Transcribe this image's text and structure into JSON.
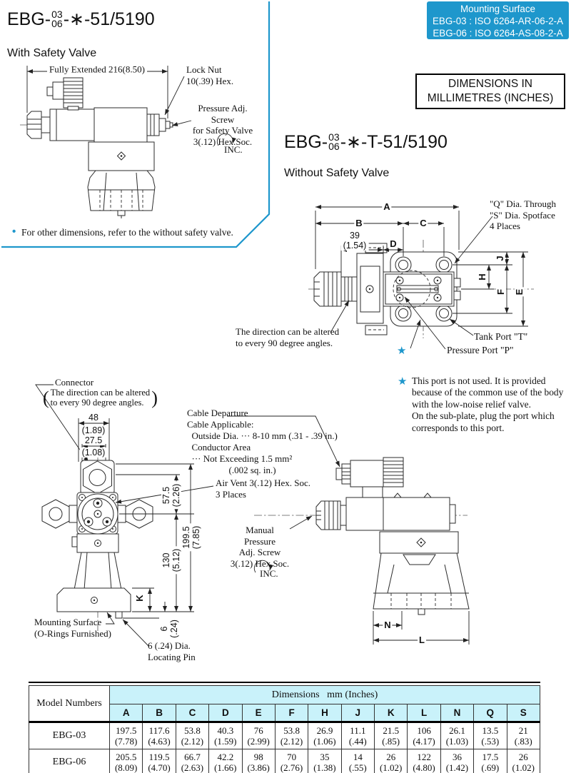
{
  "colors": {
    "blue": "#1e97cc",
    "cyan": "#c9f2fa"
  },
  "ws": {
    "prefix": "EBG-",
    "num_top": "03",
    "num_bottom": "06",
    "suffix": "-∗-51/5190",
    "subtitle": "With Safety Valve",
    "fully_extended": "Fully Extended 216(8.50)",
    "lock_nut": "Lock Nut\n10(.39) Hex.",
    "pressure_adj": "Pressure Adj. Screw\nfor Safety Valve\n3(.12) Hex.Soc.",
    "inc": "INC.",
    "bullet": "•",
    "note": "For other dimensions, refer to the without safety valve."
  },
  "box": {
    "l1": "Mounting Surface",
    "l2": "EBG-03 : ISO 6264-AR-06-2-A",
    "l3": "EBG-06 : ISO 6264-AS-08-2-A"
  },
  "dimbox": {
    "l1": "DIMENSIONS IN",
    "l2": "MILLIMETRES (INCHES)"
  },
  "wo": {
    "prefix": "EBG-",
    "num_top": "03",
    "num_bottom": "06",
    "suffix": "-∗-T-51/5190",
    "subtitle": "Without Safety Valve"
  },
  "tv": {
    "a": "A",
    "b": "B",
    "c": "C",
    "d": "D",
    "e": "E",
    "f": "F",
    "h": "H",
    "j": "J",
    "d39": "39\n(1.54)",
    "q_note": "\"Q\" Dia. Through\n\"S\" Dia. Spotface\n4 Places",
    "tank": "Tank Port \"T\"",
    "pressure": "Pressure Port \"P\"",
    "dir_note": "The direction can be altered\nto every 90 degree angles.",
    "star": "★"
  },
  "note": {
    "star": "★",
    "text": "This port is not used.  It is provided\nbecause of the common use of the body\nwith the low-noise relief valve.\nOn the sub-plate, plug the port which\ncorresponds to this port."
  },
  "fv": {
    "connector": "Connector",
    "paren_open": "(",
    "paren_close": ")",
    "conn_note": "The direction can be altered\nto every 90 degree angles.",
    "d48": "48",
    "d48i": "(1.89)",
    "d275": "27.5",
    "d275i": "(1.08)",
    "cable": "Cable Departure\nCable Applicable:\n  Outside Dia. ··· 8-10 mm (.31 - .39 in.)\n  Conductor Area\n  ··· Not Exceeding 1.5 mm²\n                  (.002 sq. in.)",
    "air_vent": "Air Vent 3(.12) Hex. Soc.\n3 Places",
    "d575": "57.5\n(2.26)",
    "d130": "130\n(5.12)",
    "d1995": "199.5\n(7.85)",
    "dk": "K",
    "d6": "6\n(.24)",
    "mounting": "Mounting Surface\n(O-Rings Furnished)",
    "pin": "6 (.24) Dia.\nLocating Pin"
  },
  "sv": {
    "manual": "Manual Pressure\nAdj. Screw\n3(.12) Hex.Soc.",
    "inc": "INC.",
    "n": "N",
    "l": "L"
  },
  "table": {
    "model_header": "Model Numbers",
    "dim_header": "Dimensions   mm (Inches)",
    "columns": [
      "A",
      "B",
      "C",
      "D",
      "E",
      "F",
      "H",
      "J",
      "K",
      "L",
      "N",
      "Q",
      "S"
    ],
    "rows": [
      {
        "model": "EBG-03",
        "values": [
          "197.5\n(7.78)",
          "117.6\n(4.63)",
          "53.8\n(2.12)",
          "40.3\n(1.59)",
          "76\n(2.99)",
          "53.8\n(2.12)",
          "26.9\n(1.06)",
          "11.1\n(.44)",
          "21.5\n(.85)",
          "106\n(4.17)",
          "26.1\n(1.03)",
          "13.5\n(.53)",
          "21\n(.83)"
        ]
      },
      {
        "model": "EBG-06",
        "values": [
          "205.5\n(8.09)",
          "119.5\n(4.70)",
          "66.7\n(2.63)",
          "42.2\n(1.66)",
          "98\n(3.86)",
          "70\n(2.76)",
          "35\n(1.38)",
          "14\n(.55)",
          "26\n(1.02)",
          "122\n(4.80)",
          "36\n(1.42)",
          "17.5\n(.69)",
          "26\n(1.02)"
        ]
      }
    ]
  }
}
